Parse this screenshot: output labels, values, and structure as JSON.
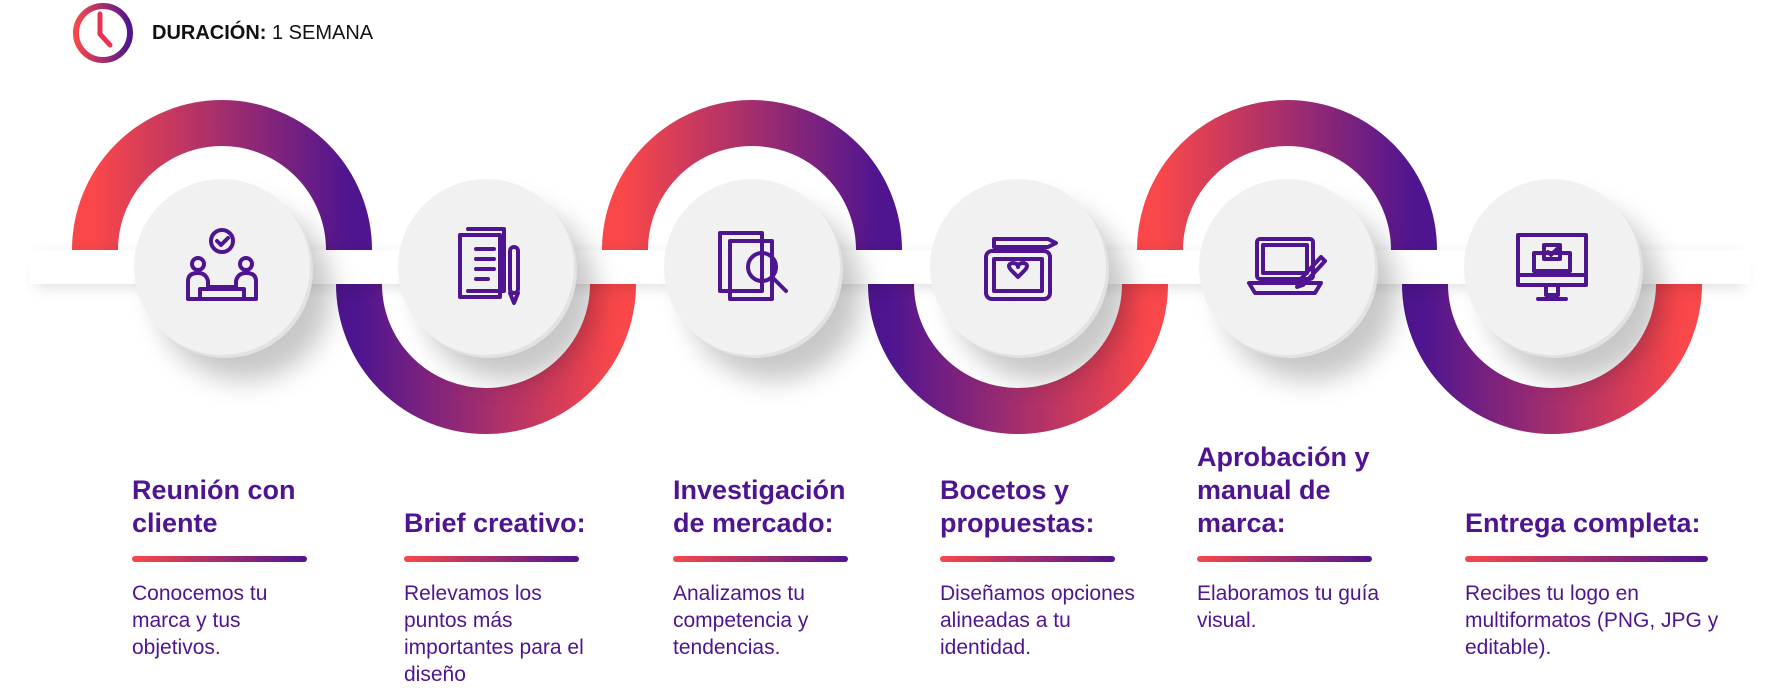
{
  "header": {
    "label_bold": "DURACIÓN:",
    "label_rest": " 1 SEMANA",
    "icon": "clock-icon"
  },
  "colors": {
    "red": "#f9474a",
    "purple": "#4f1590"
  },
  "steps": [
    {
      "icon": "meeting-icon",
      "title": "Reunión con cliente",
      "desc": "Conocemos tu marca y tus objetivos."
    },
    {
      "icon": "document-pen-icon",
      "title": "Brief creativo:",
      "desc": "Relevamos los puntos más importantes para el diseño"
    },
    {
      "icon": "research-magnifier-icon",
      "title": "Investigación de mercado:",
      "desc": "Analizamos tu competencia y tendencias."
    },
    {
      "icon": "sketch-tablet-icon",
      "title": "Bocetos y propuestas:",
      "desc": "Diseñamos opciones alineadas a tu identidad."
    },
    {
      "icon": "laptop-pen-icon",
      "title": "Aprobación y manual de marca:",
      "desc": "Elaboramos tu guía visual."
    },
    {
      "icon": "monitor-check-icon",
      "title": "Entrega completa:",
      "desc": "Recibes tu logo en multiformatos (PNG, JPG y editable)."
    }
  ]
}
